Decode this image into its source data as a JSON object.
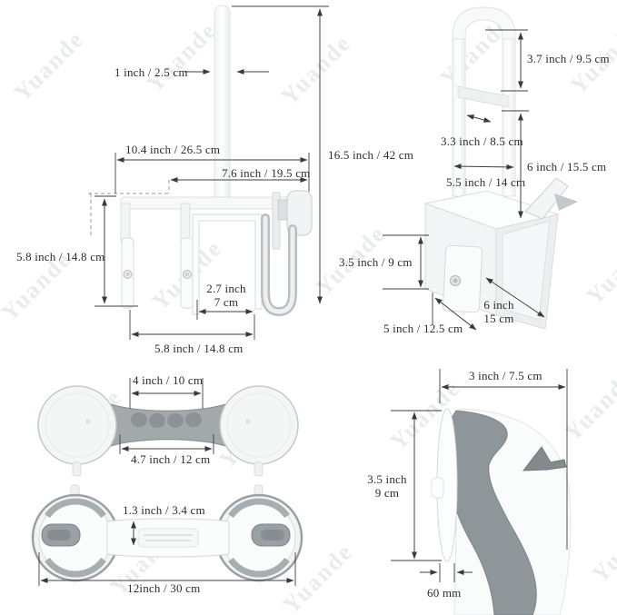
{
  "watermark": {
    "text": "Yuande"
  },
  "palette": {
    "dimension_line": "#3a3a3a",
    "label_text": "#2c2c2c",
    "product_outline": "#d7dadc",
    "product_gray": "#9aa1a5",
    "watermark_gray": "#eaecec"
  },
  "views": {
    "tub_rail_front": {
      "dims": {
        "tube_width": "1 inch / 2.5 cm",
        "overall_width": "10.4 inch / 26.5 cm",
        "arm_length": "7.6 inch / 19.5 cm",
        "height": "16.5 inch / 42 cm",
        "clamp_depth": "5.8 inch / 14.8 cm",
        "pad_gap_line1": "2.7 inch",
        "pad_gap_line2": "7 cm",
        "base_width": "5.8 inch / 14.8 cm"
      }
    },
    "tub_rail_side": {
      "dims": {
        "handle_height": "3.7 inch / 9.5 cm",
        "handle_width": "3.3 inch / 8.5 cm",
        "post_height": "6 inch / 15.5 cm",
        "post_spread": "5.5 inch / 14 cm",
        "clamp_height": "3.5 inch / 9 cm",
        "clamp_width": "5 inch / 12.5 cm",
        "clamp_depth_line1": "6 inch",
        "clamp_depth_line2": "15 cm"
      }
    },
    "grab_bar_top": {
      "dims": {
        "grip_length": "4 inch / 10 cm",
        "handle_length": "4.7 inch / 12 cm"
      }
    },
    "grab_bar_bottom": {
      "dims": {
        "bar_width": "1.3 inch / 3.4 cm",
        "overall_length": "12inch / 30 cm"
      }
    },
    "suction_grip_side": {
      "dims": {
        "depth": "3 inch / 7.5 cm",
        "cup_height_line1": "3.5 inch",
        "cup_height_line2": "9 cm",
        "cup_edge": "60 mm"
      }
    }
  }
}
